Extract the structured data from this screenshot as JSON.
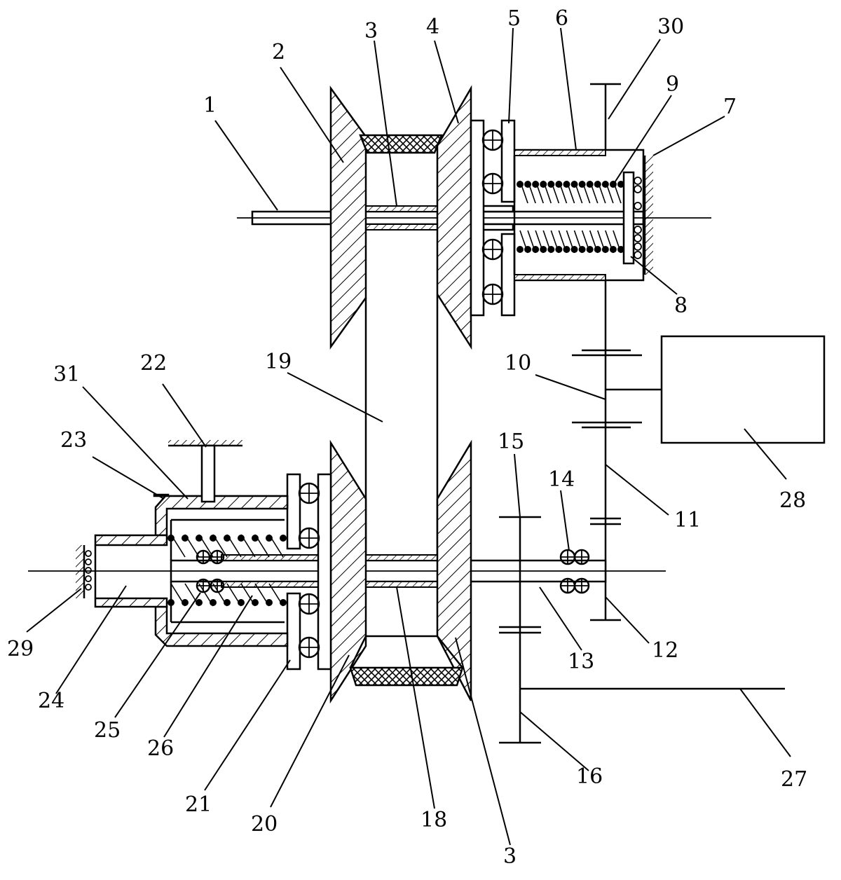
{
  "labels": {
    "l1": "1",
    "l2": "2",
    "l3a": "3",
    "l4": "4",
    "l5": "5",
    "l6": "6",
    "l7": "7",
    "l8": "8",
    "l9": "9",
    "l10": "10",
    "l11": "11",
    "l12": "12",
    "l13": "13",
    "l14": "14",
    "l15": "15",
    "l16": "16",
    "l18": "18",
    "l19": "19",
    "l20": "20",
    "l21": "21",
    "l22": "22",
    "l23": "23",
    "l24": "24",
    "l25": "25",
    "l26": "26",
    "l27": "27",
    "l28": "28",
    "l29": "29",
    "l30": "30",
    "l31": "31",
    "l3b": "3"
  }
}
